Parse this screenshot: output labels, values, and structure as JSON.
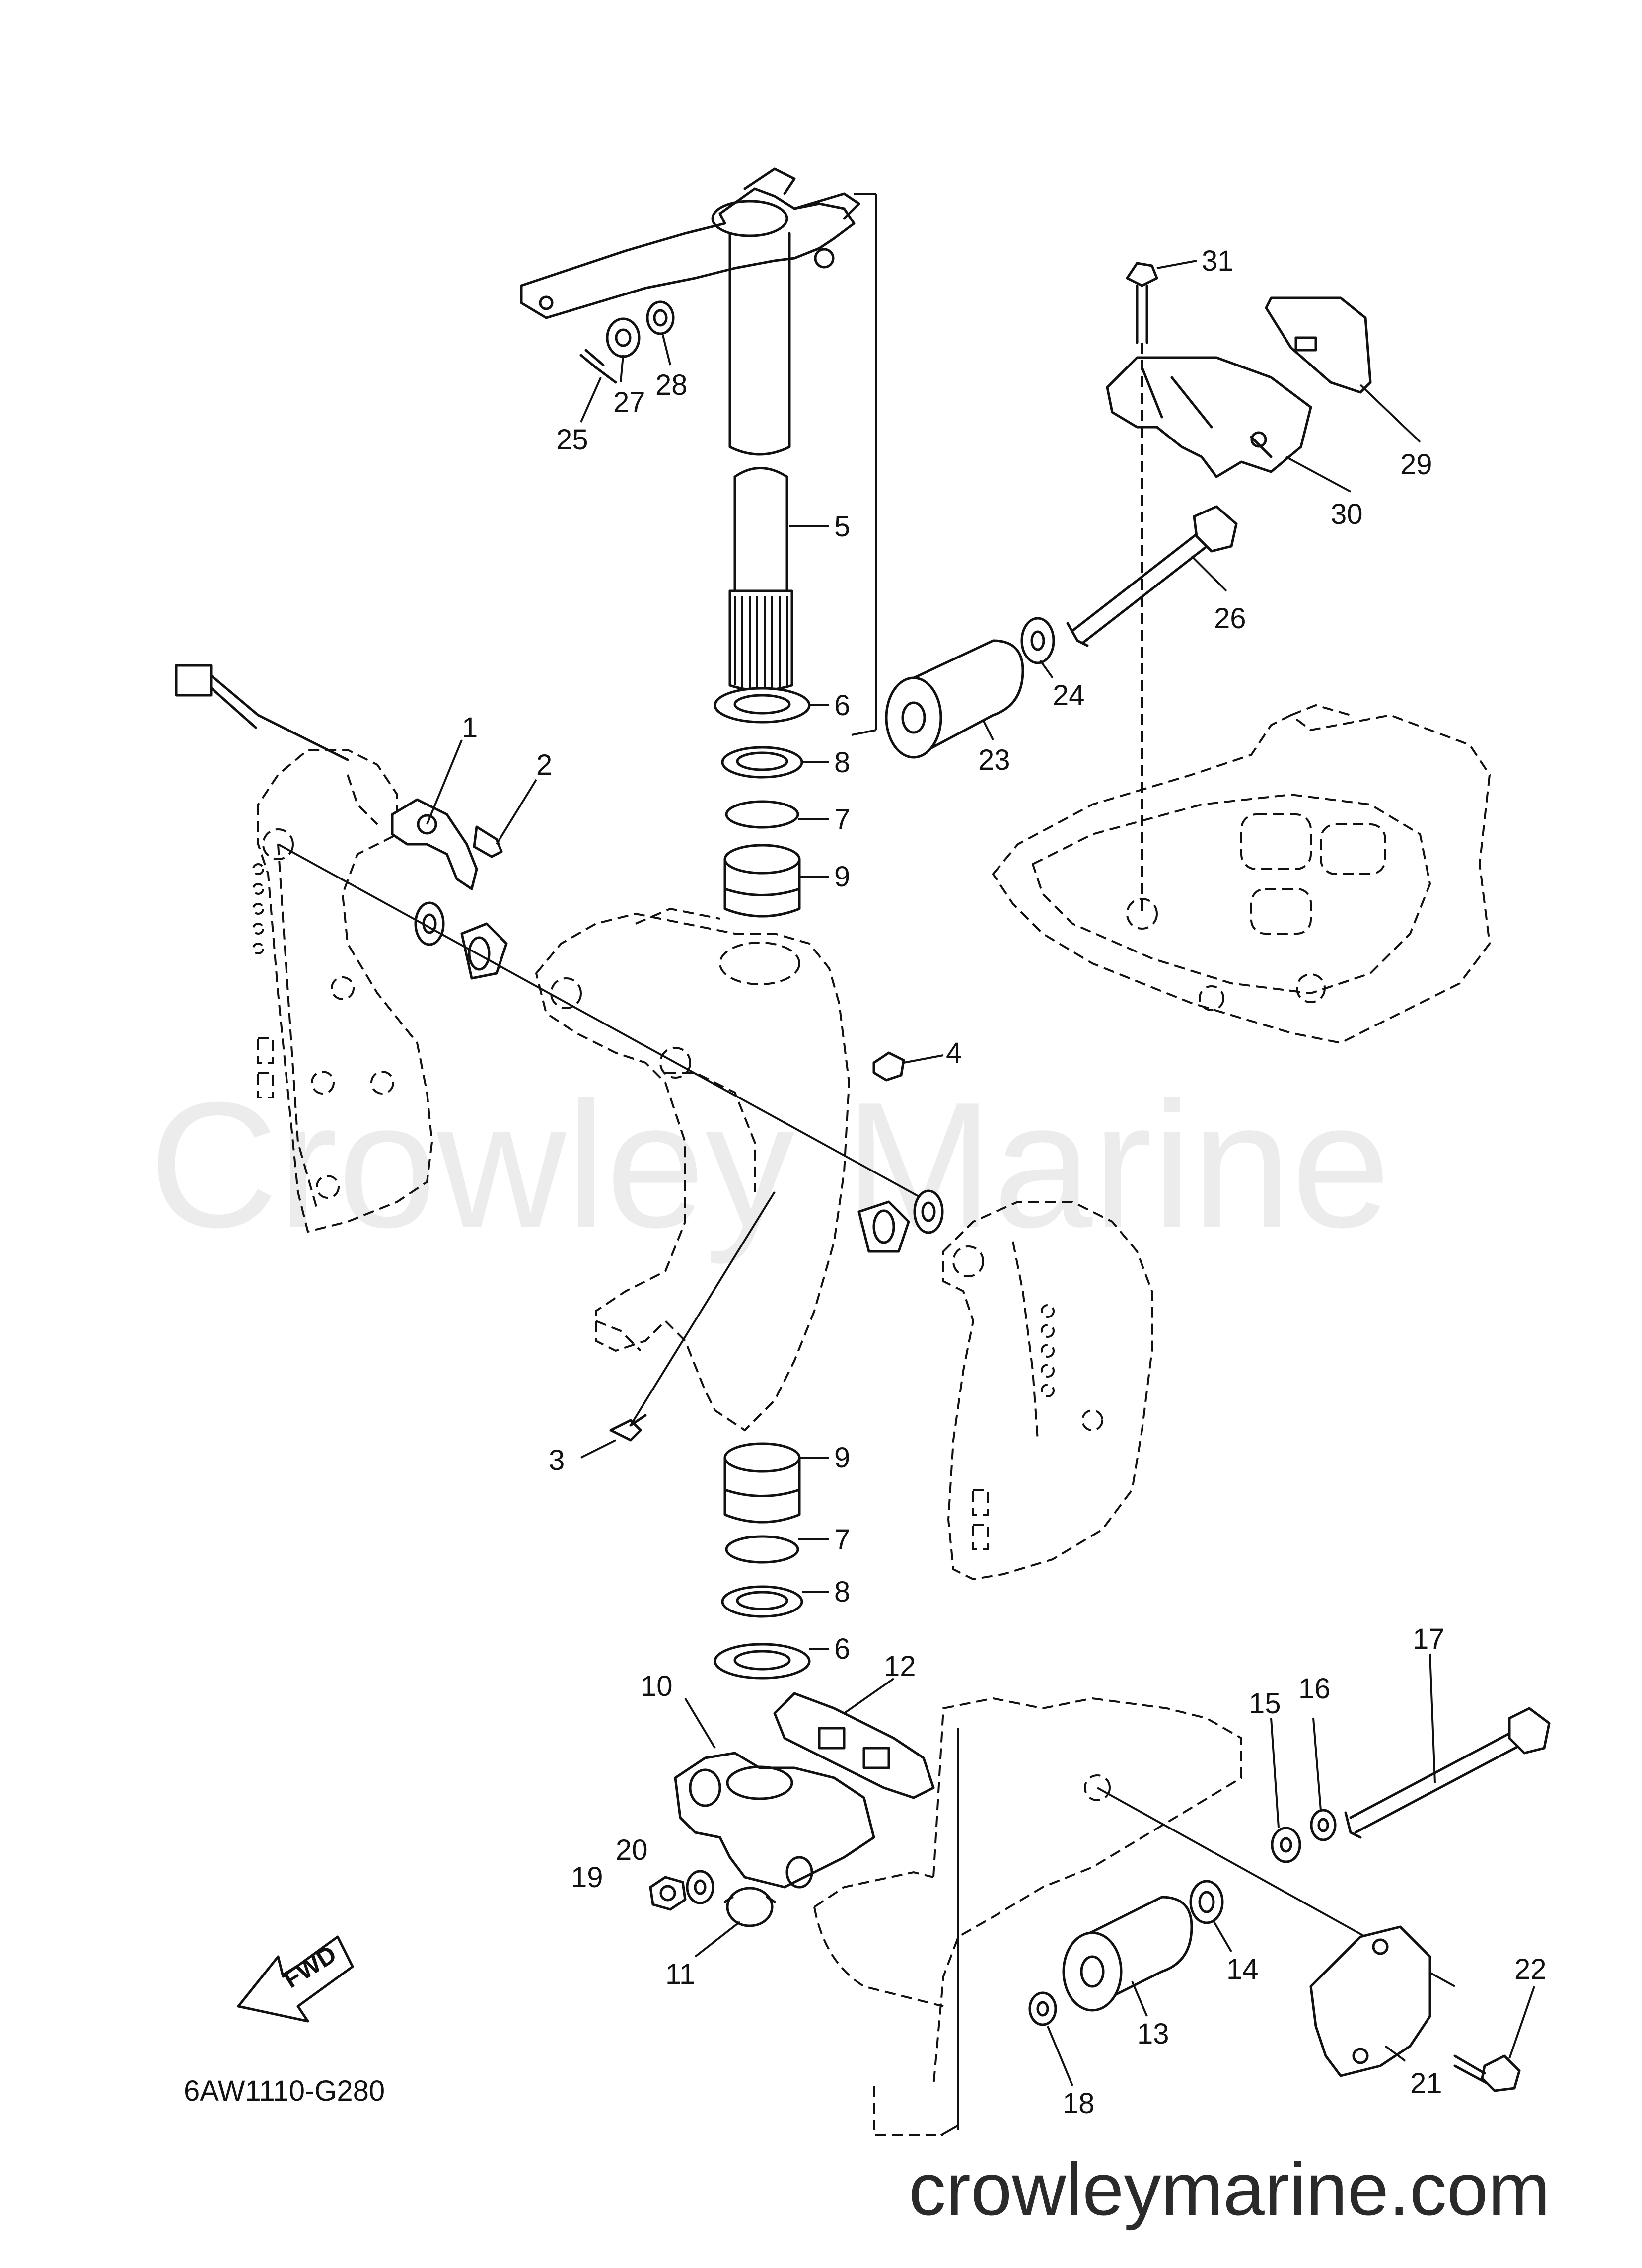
{
  "watermark": "Crowley Marine",
  "site": "crowleymarine.com",
  "diagram_code": "6AW1110-G280",
  "direction_label": "FWD",
  "callouts": [
    {
      "id": "c1",
      "num": "1"
    },
    {
      "id": "c2",
      "num": "2"
    },
    {
      "id": "c3",
      "num": "3"
    },
    {
      "id": "c4",
      "num": "4"
    },
    {
      "id": "c5",
      "num": "5"
    },
    {
      "id": "c6a",
      "num": "6"
    },
    {
      "id": "c6b",
      "num": "6"
    },
    {
      "id": "c7a",
      "num": "7"
    },
    {
      "id": "c7b",
      "num": "7"
    },
    {
      "id": "c8a",
      "num": "8"
    },
    {
      "id": "c8b",
      "num": "8"
    },
    {
      "id": "c9a",
      "num": "9"
    },
    {
      "id": "c9b",
      "num": "9"
    },
    {
      "id": "c10",
      "num": "10"
    },
    {
      "id": "c11",
      "num": "11"
    },
    {
      "id": "c12",
      "num": "12"
    },
    {
      "id": "c13",
      "num": "13"
    },
    {
      "id": "c14",
      "num": "14"
    },
    {
      "id": "c15",
      "num": "15"
    },
    {
      "id": "c16",
      "num": "16"
    },
    {
      "id": "c17",
      "num": "17"
    },
    {
      "id": "c18",
      "num": "18"
    },
    {
      "id": "c19",
      "num": "19"
    },
    {
      "id": "c20",
      "num": "20"
    },
    {
      "id": "c21",
      "num": "21"
    },
    {
      "id": "c22",
      "num": "22"
    },
    {
      "id": "c23",
      "num": "23"
    },
    {
      "id": "c24",
      "num": "24"
    },
    {
      "id": "c25",
      "num": "25"
    },
    {
      "id": "c26",
      "num": "26"
    },
    {
      "id": "c27",
      "num": "27"
    },
    {
      "id": "c28",
      "num": "28"
    },
    {
      "id": "c29",
      "num": "29"
    },
    {
      "id": "c30",
      "num": "30"
    },
    {
      "id": "c31",
      "num": "31"
    }
  ]
}
